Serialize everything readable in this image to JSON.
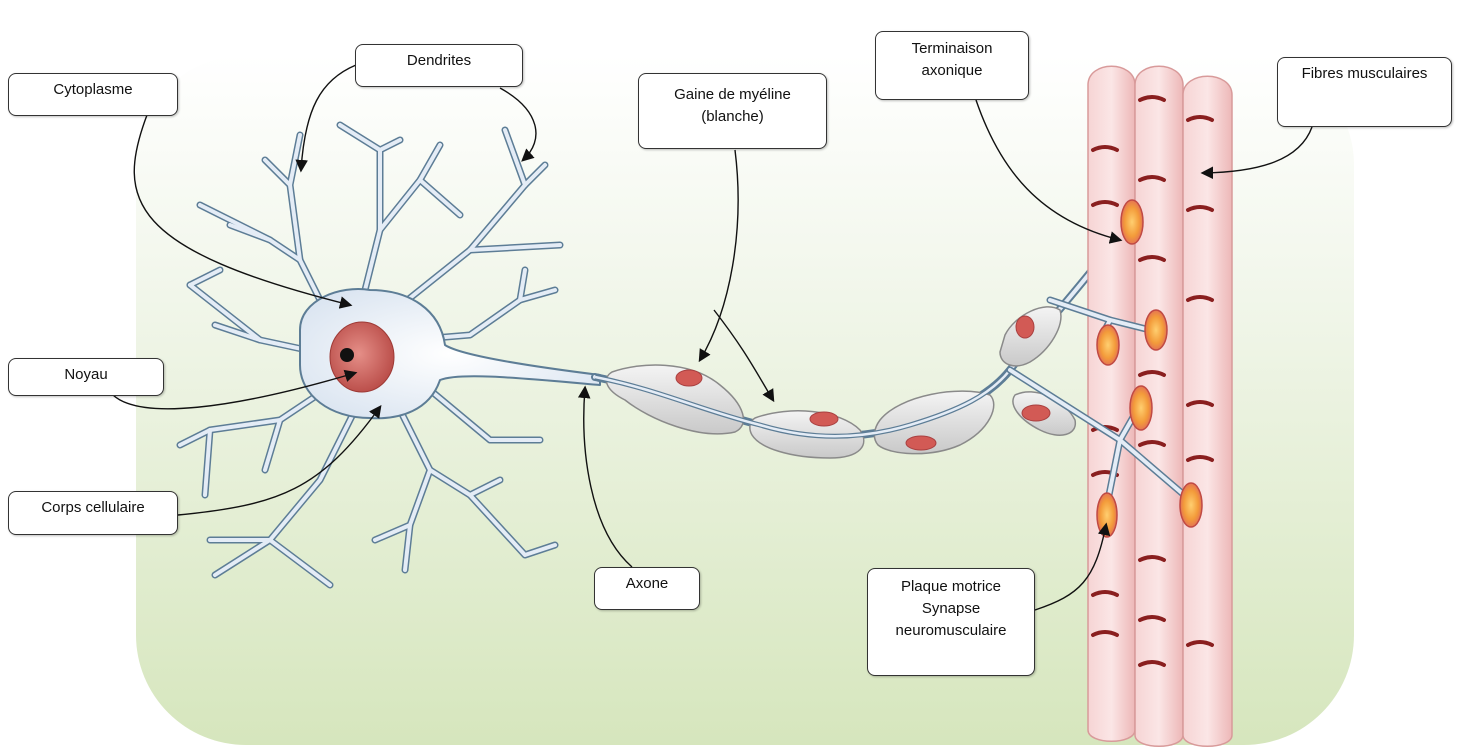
{
  "labels": {
    "dendrites": "Dendrites",
    "cytoplasme": "Cytoplasme",
    "noyau": "Noyau",
    "corps_cellulaire": "Corps cellulaire",
    "gaine_line1": "Gaine de myéline",
    "gaine_line2": "(blanche)",
    "terminaison_line1": "Terminaison",
    "terminaison_line2": "axonique",
    "fibres_musculaires": "Fibres musculaires",
    "axone": "Axone",
    "plaque_line1": "Plaque motrice",
    "plaque_line2": "Synapse",
    "plaque_line3": "neuromusculaire"
  },
  "colors": {
    "background_top": "#ffffff",
    "background_bottom": "#d6e6bd",
    "neuron_fill": "#e4ecf6",
    "neuron_stroke": "#5d7d96",
    "nucleus": "#c85f5a",
    "myelin": "#d8d8d8",
    "muscle_fiber": "#f3caca",
    "striation": "#8a1f1f",
    "motor_plate": "#f39b3a"
  }
}
